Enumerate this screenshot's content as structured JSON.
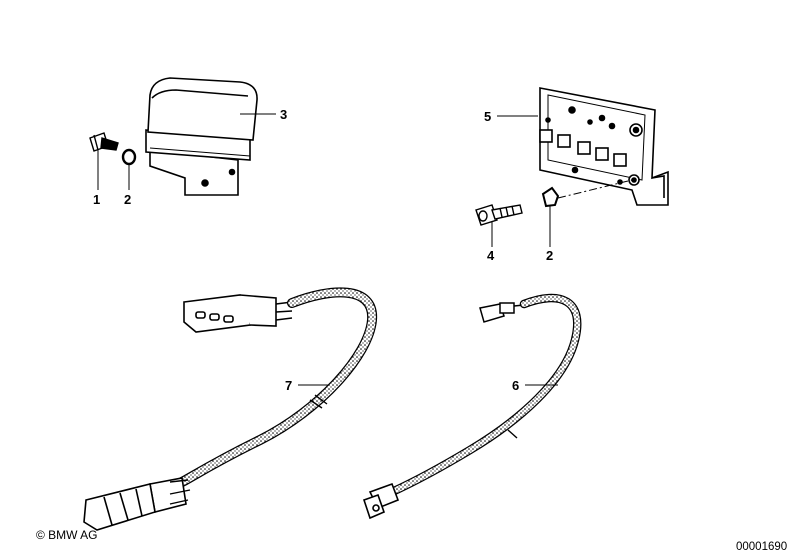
{
  "callouts": {
    "c1": "1",
    "c2a": "2",
    "c3": "3",
    "c5": "5",
    "c4": "4",
    "c2b": "2",
    "c7": "7",
    "c6": "6"
  },
  "footer": {
    "copyright": "© BMW AG",
    "diagram_id": "00001690"
  }
}
